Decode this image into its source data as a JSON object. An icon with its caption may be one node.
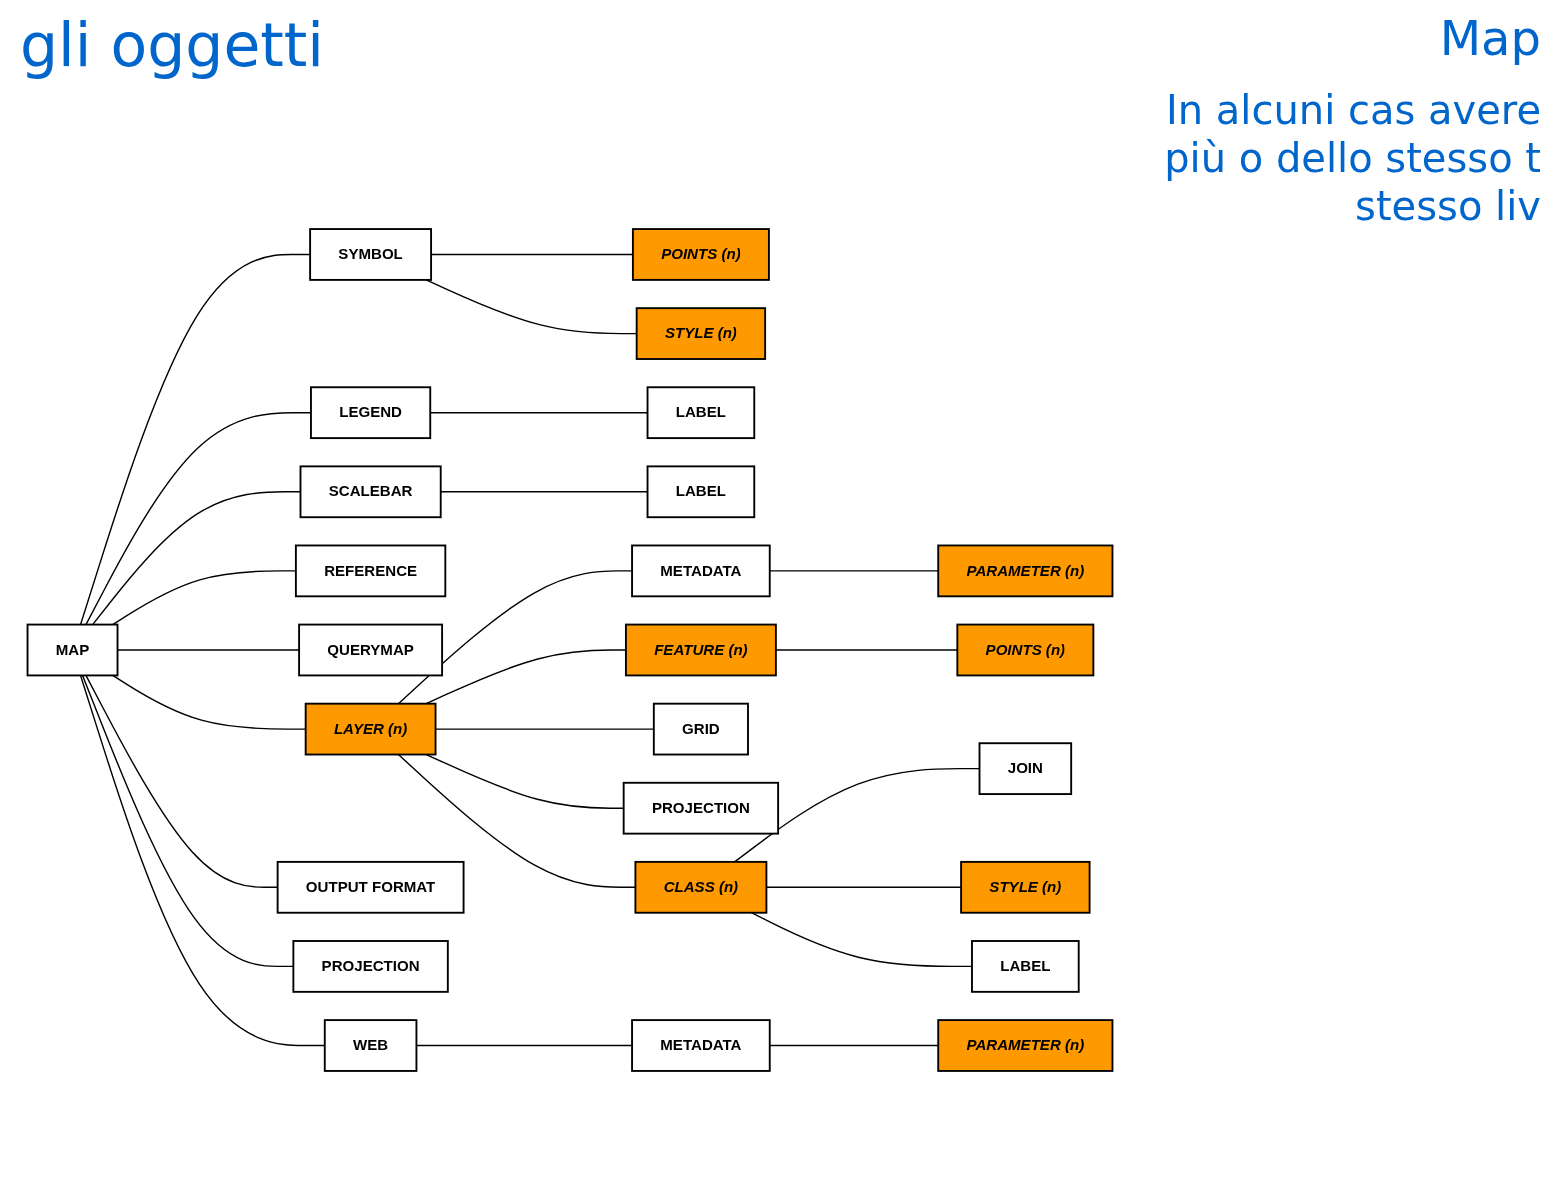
{
  "diagram": {
    "title": "gli oggetti",
    "nodes": [
      {
        "text": [
          "MAP"
        ]
      },
      {
        "text": [
          "SYMBOL"
        ]
      },
      {
        "text": [
          "POINTS (n)"
        ]
      },
      {
        "text": [
          "STYLE (n)"
        ]
      },
      {
        "text": [
          "LEGEND"
        ]
      },
      {
        "text": [
          "LABEL"
        ]
      },
      {
        "text": [
          "SCALEBAR"
        ]
      },
      {
        "text": [
          "LABEL"
        ]
      },
      {
        "text": [
          "REFERENCE"
        ]
      },
      {
        "text": [
          "QUERYMAP"
        ]
      },
      {
        "text": [
          "LAYER (n)"
        ]
      },
      {
        "text": [
          "METADATA"
        ]
      },
      {
        "text": [
          "PARAMETER (n)"
        ]
      },
      {
        "text": [
          "FEATURE (n)"
        ]
      },
      {
        "text": [
          "POINTS (n)"
        ]
      },
      {
        "text": [
          "GRID"
        ]
      },
      {
        "text": [
          "PROJECTION"
        ]
      },
      {
        "text": [
          "CLASS (n)"
        ]
      },
      {
        "text": [
          "JOIN"
        ]
      },
      {
        "text": [
          "STYLE (n)"
        ]
      },
      {
        "text": [
          "LABEL"
        ]
      },
      {
        "text": [
          "OUTPUT FORMAT"
        ]
      },
      {
        "text": [
          "PROJECTION"
        ]
      },
      {
        "text": [
          "WEB"
        ]
      },
      {
        "text": [
          "METADATA"
        ]
      },
      {
        "text": [
          "PARAMETER (n)"
        ]
      }
    ],
    "edges": [
      {
        "from": 0,
        "to": 1,
        "arrow": "none"
      },
      {
        "from": 1,
        "to": 2,
        "arrow": "none"
      },
      {
        "from": 1,
        "to": 3,
        "arrow": "none"
      },
      {
        "from": 0,
        "to": 4,
        "arrow": "none"
      },
      {
        "from": 4,
        "to": 5,
        "arrow": "none"
      },
      {
        "from": 0,
        "to": 6,
        "arrow": "none"
      },
      {
        "from": 6,
        "to": 7,
        "arrow": "none"
      },
      {
        "from": 0,
        "to": 8,
        "arrow": "none"
      },
      {
        "from": 0,
        "to": 9,
        "arrow": "none"
      },
      {
        "from": 0,
        "to": 10,
        "arrow": "none"
      },
      {
        "from": 10,
        "to": 11,
        "arrow": "none"
      },
      {
        "from": 11,
        "to": 12,
        "arrow": "none"
      },
      {
        "from": 10,
        "to": 13,
        "arrow": "none"
      },
      {
        "from": 13,
        "to": 14,
        "arrow": "none"
      },
      {
        "from": 10,
        "to": 15,
        "arrow": "none"
      },
      {
        "from": 10,
        "to": 16,
        "arrow": "none"
      },
      {
        "from": 10,
        "to": 17,
        "arrow": "none"
      },
      {
        "from": 17,
        "to": 18,
        "arrow": "none"
      },
      {
        "from": 17,
        "to": 19,
        "arrow": "none"
      },
      {
        "from": 17,
        "to": 20,
        "arrow": "none"
      },
      {
        "from": 0,
        "to": 21,
        "arrow": "none"
      },
      {
        "from": 0,
        "to": 22,
        "arrow": "none"
      },
      {
        "from": 0,
        "to": 23,
        "arrow": "none"
      },
      {
        "from": 23,
        "to": 24,
        "arrow": "none"
      },
      {
        "from": 24,
        "to": 25,
        "arrow": "none"
      }
    ],
    "labels": [
      "Map",
      "In alcuni cas avere più o dello stesso t stesso liv"
    ]
  }
}
